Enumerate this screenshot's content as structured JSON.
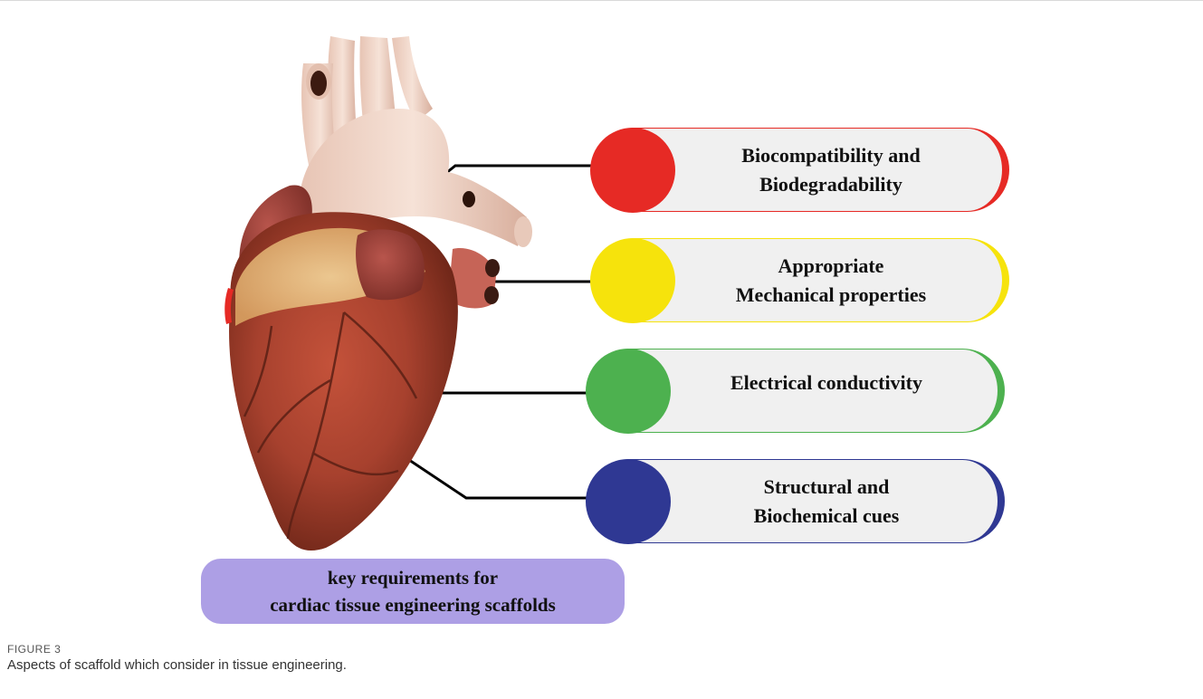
{
  "figure": {
    "label": "FIGURE 3",
    "caption": "Aspects of scaffold which consider in tissue engineering.",
    "illustration": "heart-illustration",
    "key_box": {
      "text": "key requirements for\ncardiac tissue engineering scaffolds",
      "color": "#ad9fe5"
    },
    "requirements": [
      {
        "text": "Biocompatibility and\nBiodegradability",
        "color": "#e62a25"
      },
      {
        "text": "Appropriate\nMechanical properties",
        "color": "#f6e30c"
      },
      {
        "text": "Electrical conductivity",
        "color": "#4db14f"
      },
      {
        "text": "Structural and\nBiochemical cues",
        "color": "#2f3893"
      }
    ]
  }
}
